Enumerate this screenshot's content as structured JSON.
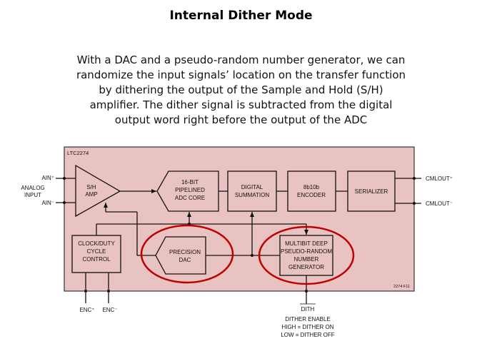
{
  "slide": {
    "title": "Internal Dither Mode",
    "body_lines": [
      "With a DAC and a pseudo-random number generator, we can",
      "randomize the input signals’ location on the transfer function",
      "by dithering the output of the Sample and Hold (S/H)",
      "amplifier. The dither signal is subtracted from the digital",
      "output word right before the output of the ADC"
    ]
  },
  "diagram": {
    "chip_name": "LTC2274",
    "figure_id": "2274 F11",
    "analog_input": [
      "ANALOG",
      "INPUT"
    ],
    "ain_plus": "AIN⁺",
    "ain_minus": "AIN⁻",
    "sh_amp": [
      "S/H",
      "AMP"
    ],
    "adc_core": [
      "16-BIT",
      "PIPELINED",
      "ADC CORE"
    ],
    "digital_summation": [
      "DIGITAL",
      "SUMMATION"
    ],
    "encoder": [
      "8b10b",
      "ENCODER"
    ],
    "serializer": "SERIALIZER",
    "cmlout_plus": "CMLOUT⁺",
    "cmlout_minus": "CMLOUT⁻",
    "clock_control": [
      "CLOCK/DUTY",
      "CYCLE",
      "CONTROL"
    ],
    "precision_dac": [
      "PRECISION",
      "DAC"
    ],
    "prng": [
      "MULTIBIT DEEP",
      "PSEUDO-RANDOM",
      "NUMBER",
      "GENERATOR"
    ],
    "enc_plus": "ENC⁺",
    "enc_minus": "ENC⁻",
    "dith_pin": "DITH",
    "dither_enable": [
      "DITHER ENABLE",
      "HIGH = DITHER ON",
      "LOW = DITHER OFF"
    ],
    "colors": {
      "chip_fill": "#e9c3c1",
      "highlight": "#c00000"
    }
  }
}
